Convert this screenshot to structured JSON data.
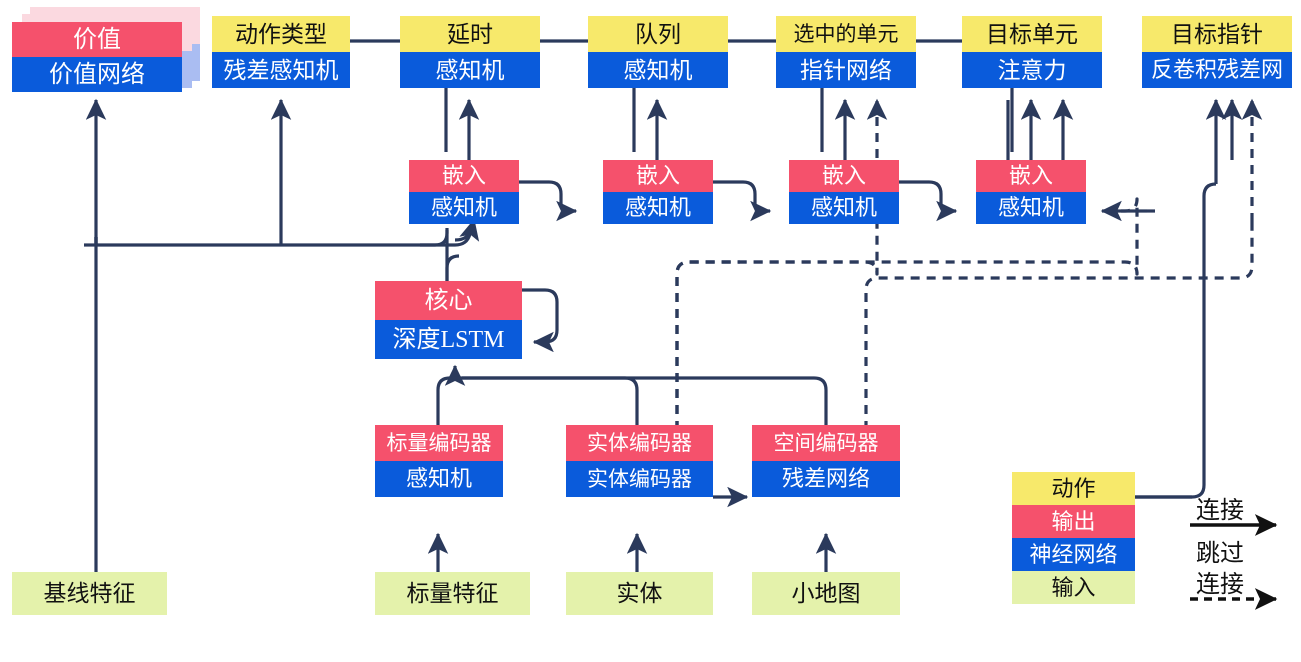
{
  "diagram": {
    "title": "AlphaStar-like agent architecture",
    "colors": {
      "action": "#f7e96b",
      "output": "#f5516c",
      "network": "#0a5bdb",
      "input": "#e4f2ab",
      "wire": "#2b3a5c",
      "legend_arrow": "#111111"
    }
  },
  "heads": [
    {
      "action": "价值",
      "network": "价值网络",
      "head_kind": "output"
    },
    {
      "action": "动作类型",
      "network": "残差感知机",
      "head_kind": "action"
    },
    {
      "action": "延时",
      "network": "感知机",
      "head_kind": "action"
    },
    {
      "action": "队列",
      "network": "感知机",
      "head_kind": "action"
    },
    {
      "action": "选中的单元",
      "network": "指针网络",
      "head_kind": "action"
    },
    {
      "action": "目标单元",
      "network": "注意力",
      "head_kind": "action"
    },
    {
      "action": "目标指针",
      "network": "反卷积残差网",
      "head_kind": "action"
    }
  ],
  "embeds": [
    {
      "output": "嵌入",
      "network": "感知机"
    },
    {
      "output": "嵌入",
      "network": "感知机"
    },
    {
      "output": "嵌入",
      "network": "感知机"
    },
    {
      "output": "嵌入",
      "network": "感知机"
    }
  ],
  "core": {
    "output": "核心",
    "network": "深度LSTM"
  },
  "encoders": [
    {
      "output": "标量编码器",
      "network": "感知机"
    },
    {
      "output": "实体编码器",
      "network": "实体编码器"
    },
    {
      "output": "空间编码器",
      "network": "残差网络"
    }
  ],
  "inputs": [
    {
      "label": "基线特征"
    },
    {
      "label": "标量特征"
    },
    {
      "label": "实体"
    },
    {
      "label": "小地图"
    }
  ],
  "legend": {
    "swatches": [
      {
        "label": "动作",
        "kind": "action"
      },
      {
        "label": "输出",
        "kind": "output"
      },
      {
        "label": "神经网络",
        "kind": "network"
      },
      {
        "label": "输入",
        "kind": "input"
      }
    ],
    "connection_label": "连接",
    "skip_label_line1": "跳过",
    "skip_label_line2": "连接"
  }
}
